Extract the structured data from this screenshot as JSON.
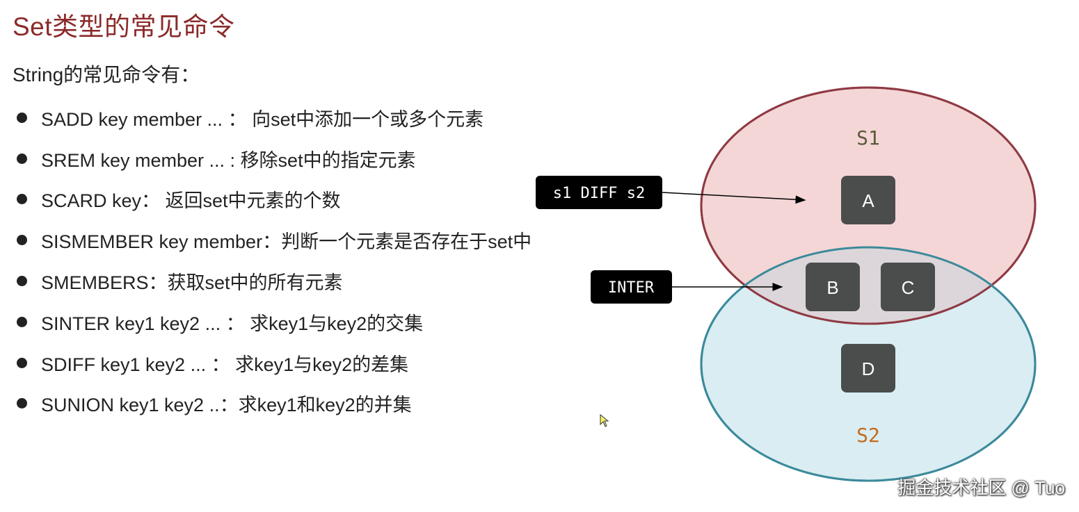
{
  "title": "Set类型的常见命令",
  "intro": "String的常见命令有：",
  "commands": [
    "SADD key member ... ： 向set中添加一个或多个元素",
    "SREM key member ... : 移除set中的指定元素",
    "SCARD key： 返回set中元素的个数",
    "SISMEMBER key member：判断一个元素是否存在于set中",
    "SMEMBERS：获取set中的所有元素",
    "SINTER key1 key2 ... ： 求key1与key2的交集",
    "SDIFF key1 key2 ... ： 求key1与key2的差集",
    "SUNION key1 key2 ..：求key1和key2的并集"
  ],
  "diagram": {
    "set1_label": "S1",
    "set2_label": "S2",
    "elements": {
      "a": "A",
      "b": "B",
      "c": "C",
      "d": "D"
    },
    "tag_diff": "s1 DIFF s2",
    "tag_inter": "INTER",
    "colors": {
      "set1_fill": "#f4d6d6",
      "set1_stroke": "#8f3a43",
      "set2_fill": "#d9edf2",
      "set2_stroke": "#3b8a9a",
      "overlap_fill": "#dcd6da",
      "node_fill": "#4a4d4c",
      "tag_fill": "#000000",
      "set1_label_color": "#5a5a3a",
      "set2_label_color": "#c46a1a"
    }
  },
  "watermark": "掘金技术社区 @ Tuo"
}
